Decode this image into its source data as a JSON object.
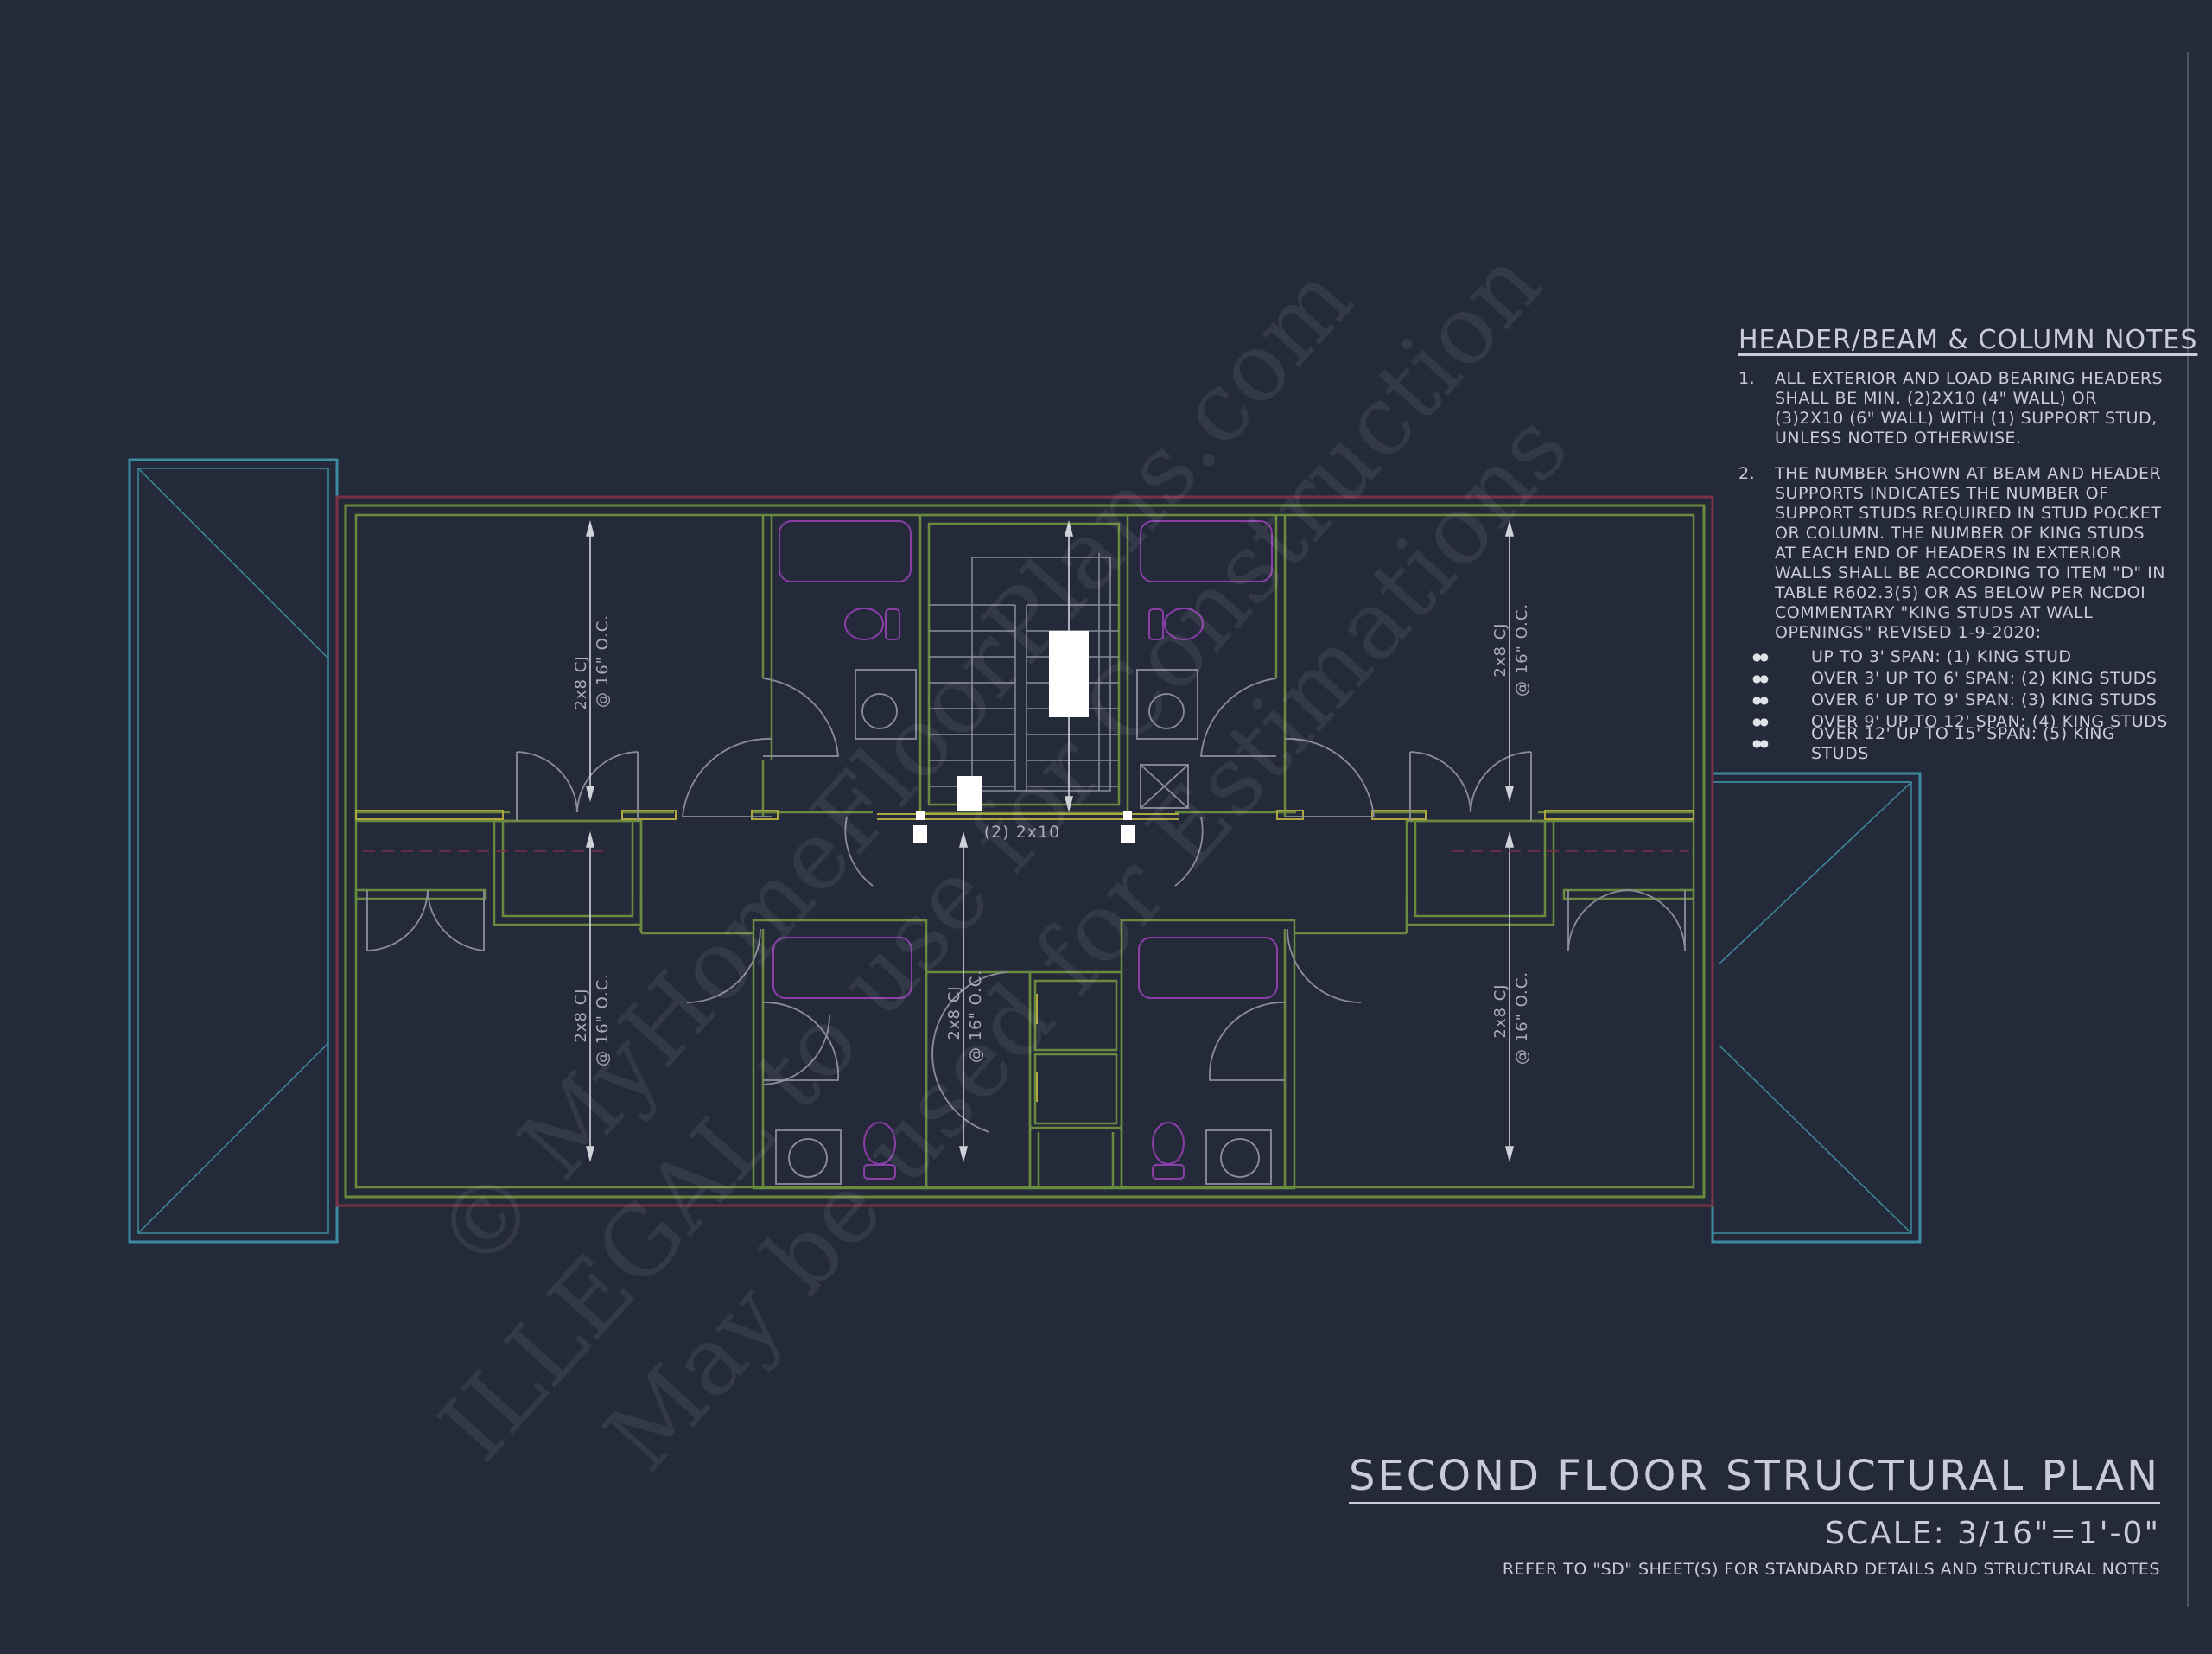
{
  "notes": {
    "title": "HEADER/BEAM & COLUMN NOTES",
    "items": [
      {
        "num": "1.",
        "text": "ALL EXTERIOR AND LOAD BEARING HEADERS SHALL BE MIN. (2)2x10 (4\" WALL) OR (3)2x10 (6\" WALL) WITH (1) SUPPORT STUD, UNLESS NOTED OTHERWISE."
      },
      {
        "num": "2.",
        "text": "THE NUMBER SHOWN AT BEAM AND HEADER SUPPORTS INDICATES THE NUMBER OF SUPPORT STUDS REQUIRED IN STUD POCKET OR COLUMN. THE NUMBER OF KING STUDS AT EACH END OF HEADERS IN EXTERIOR WALLS SHALL BE ACCORDING TO ITEM \"d\" IN TABLE R602.3(5) OR AS BELOW PER NCDOI COMMENTARY \"KING STUDS AT WALL OPENINGS\" REVISED 1-9-2020:"
      }
    ],
    "bullets": [
      "UP TO 3' SPAN: (1) KING STUD",
      "OVER 3' UP TO 6' SPAN: (2) KING STUDS",
      "OVER 6' UP TO 9' SPAN: (3) KING STUDS",
      "OVER 9' UP TO 12' SPAN: (4) KING STUDS",
      "OVER 12' UP TO 15' SPAN: (5) KING STUDS"
    ],
    "bullet_glyph": "●●"
  },
  "plan": {
    "title": "SECOND FLOOR STRUCTURAL PLAN",
    "scale": "SCALE: 3/16\"=1'-0\"",
    "reference": "REFER TO \"SD\" SHEET(S) FOR STANDARD DETAILS AND STRUCTURAL NOTES"
  },
  "labels": {
    "joist_line1": "2x8 CJ",
    "joist_line2": "@ 16\" O.C.",
    "header": "(2) 2x10"
  },
  "watermark": {
    "line1": "© MyHomeFloorPlans.com",
    "line2": "ILLEGAL to use for Construction",
    "line3": "May be used for Estimations"
  },
  "colors": {
    "background": "#252a3b",
    "wall_green": "#6a8a3e",
    "wall_yellow": "#b0a640",
    "outer_red": "#7a3045",
    "porch_cyan": "#3d8ba0",
    "fixture_purple": "#8a3fa8",
    "text": "#c9ccd6"
  }
}
